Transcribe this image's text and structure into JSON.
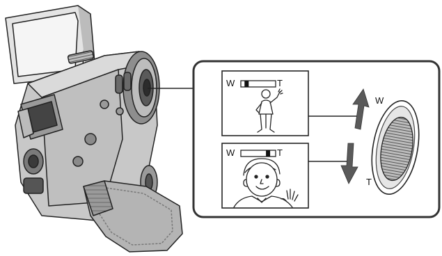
{
  "zoom_top": {
    "wide_label": "W",
    "tele_label": "T",
    "zoom_level": 0.12,
    "scene": "standing-person-waving"
  },
  "zoom_bottom": {
    "wide_label": "W",
    "tele_label": "T",
    "zoom_level": 0.82,
    "scene": "closeup-person-waving"
  },
  "lever": {
    "wide_label": "W",
    "tele_label": "T"
  },
  "colors": {
    "line": "#222222",
    "arrow": "#555555",
    "camera_body": "#c8c8c8",
    "camera_dark": "#444444"
  }
}
